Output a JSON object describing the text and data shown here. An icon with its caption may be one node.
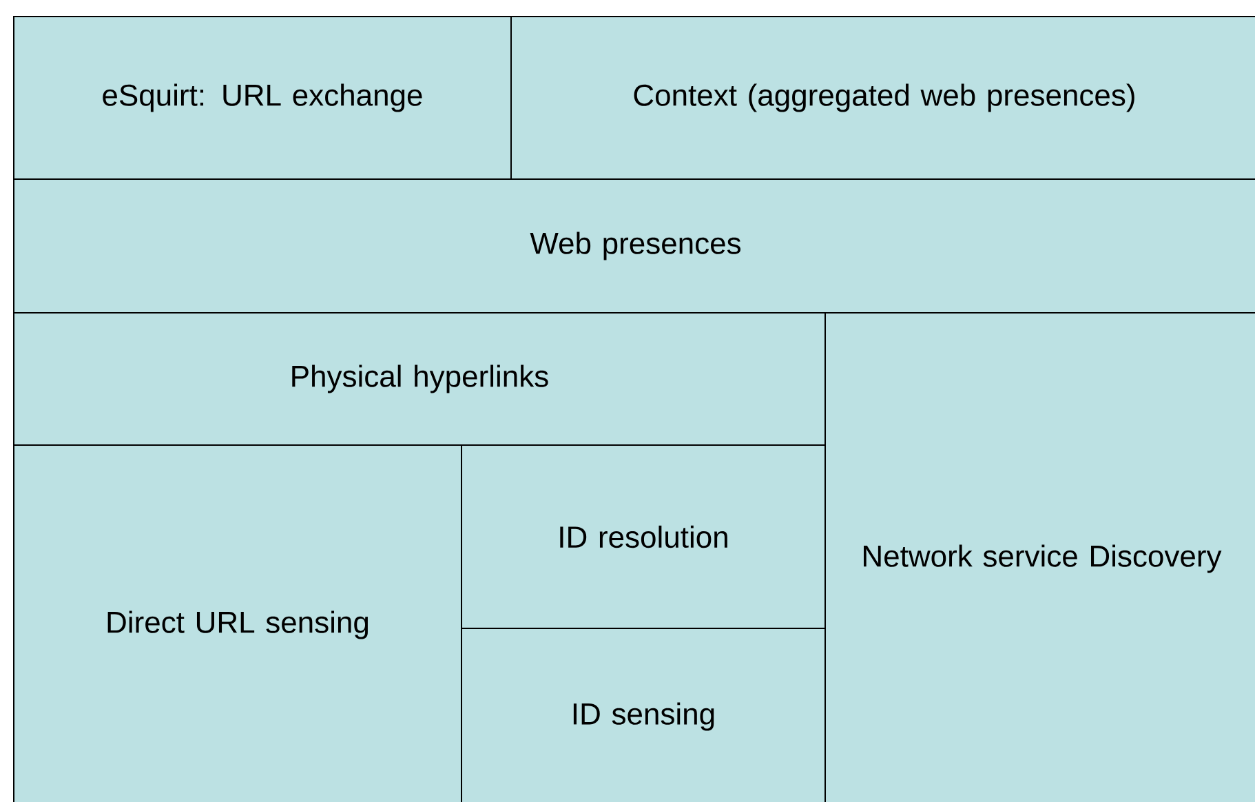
{
  "diagram": {
    "nodes": [
      {
        "text": [
          "eSquirt: URL exchange"
        ]
      },
      {
        "text": [
          "Context (aggregated web presences)"
        ]
      },
      {
        "text": [
          "Web presences"
        ]
      },
      {
        "text": [
          "Physical hyperlinks"
        ]
      },
      {
        "text": [
          "Direct URL sensing"
        ]
      },
      {
        "text": [
          "ID resolution"
        ]
      },
      {
        "text": [
          "ID sensing"
        ]
      },
      {
        "text": [
          "Network service Discovery"
        ]
      }
    ]
  }
}
